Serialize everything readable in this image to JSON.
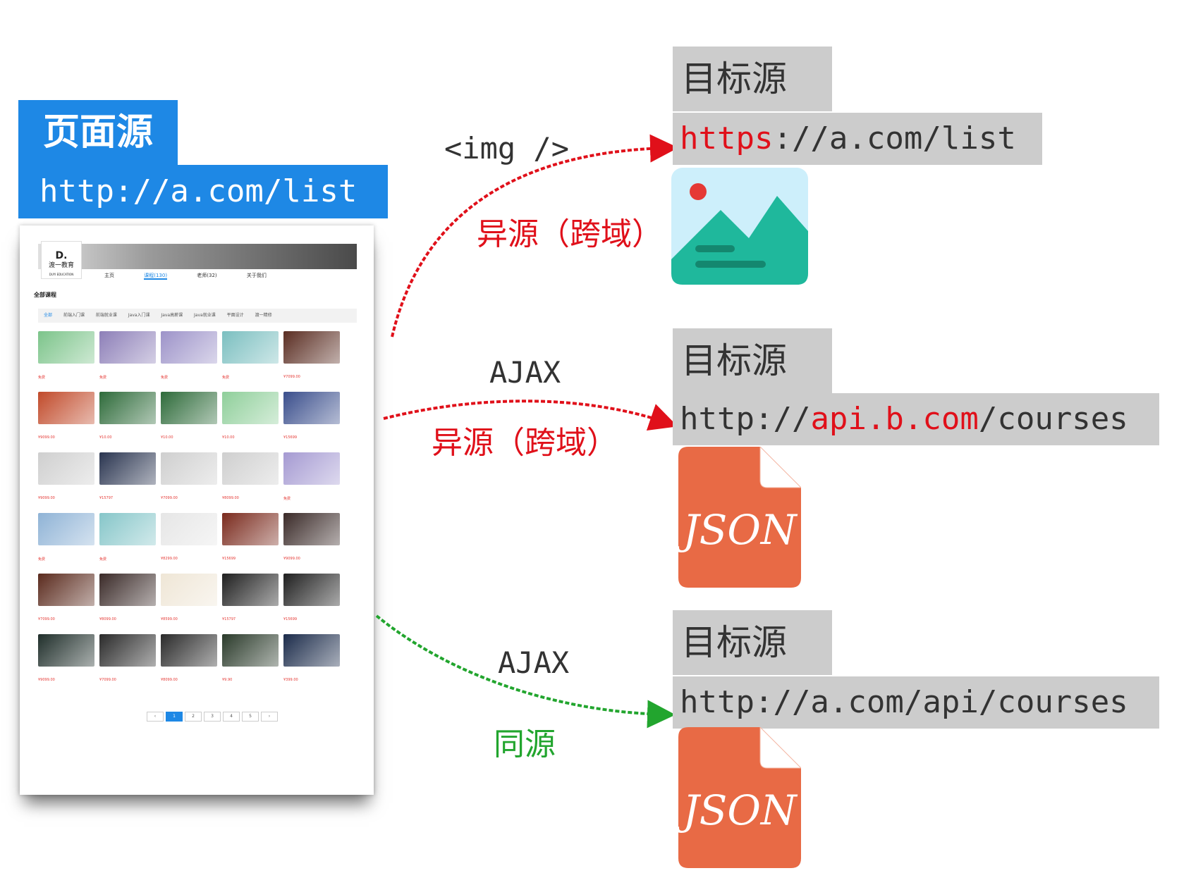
{
  "source": {
    "label": "页面源",
    "url": "http://a.com/list"
  },
  "screenshot": {
    "logo_name": "渡一教育",
    "logo_sub": "DUYI EDUCATION",
    "nav": [
      "主页",
      "课程(130)",
      "老师(32)",
      "关于我们"
    ],
    "section_title": "全部课程",
    "categories": [
      "全部",
      "前端入门课",
      "前端就业课",
      "Java入门课",
      "Java高薪课",
      "Java就业课",
      "平面设计",
      "渡一精修"
    ],
    "prices": [
      "免费",
      "免费",
      "免费",
      "免费",
      "¥7099.00",
      "¥9099.00",
      "¥10.00",
      "¥10.00",
      "¥10.00",
      "¥15699",
      "¥9099.00",
      "¥15797",
      "¥7099.00",
      "¥8099.00",
      "免费",
      "免费",
      "免费",
      "¥8299.00",
      "¥15699",
      "¥9099.00",
      "¥7099.00",
      "¥8099.00",
      "¥8599.00",
      "¥15797",
      "¥15699",
      "¥9099.00",
      "¥7099.00",
      "¥8099.00",
      "¥9.90",
      "¥399.00"
    ],
    "pager": [
      "‹",
      "1",
      "2",
      "3",
      "4",
      "5",
      "›"
    ]
  },
  "targets": [
    {
      "label": "目标源",
      "url_prefix": "",
      "url_highlight": "https",
      "url_suffix": "://a.com/list",
      "icon": "image-icon"
    },
    {
      "label": "目标源",
      "url_prefix": "http://",
      "url_highlight": "api.b.com",
      "url_suffix": "/courses",
      "icon": "json-file-icon",
      "icon_text": "JSON"
    },
    {
      "label": "目标源",
      "url_prefix": "http://a.com/api/courses",
      "url_highlight": "",
      "url_suffix": "",
      "icon": "json-file-icon",
      "icon_text": "JSON"
    }
  ],
  "arrows": [
    {
      "method": "<img />",
      "result": "异源（跨域）",
      "color": "#e0101a"
    },
    {
      "method": "AJAX",
      "result": "异源（跨域）",
      "color": "#e0101a"
    },
    {
      "method": "AJAX",
      "result": "同源",
      "color": "#22a52e"
    }
  ]
}
